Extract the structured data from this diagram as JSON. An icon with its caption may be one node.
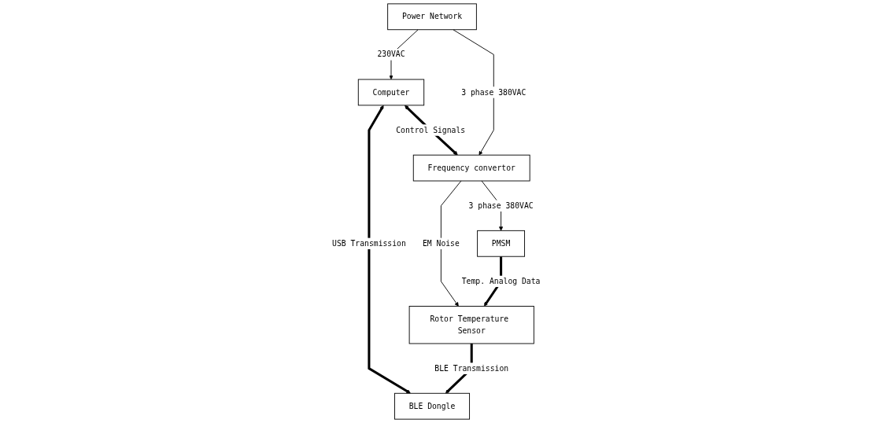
{
  "diagram": {
    "nodes": [
      {
        "text": [
          "Power Network"
        ]
      },
      {
        "text": [
          "Computer"
        ]
      },
      {
        "text": [
          "BLE Dongle"
        ]
      },
      {
        "text": [
          "Rotor Temperature Sensor"
        ]
      },
      {
        "text": [
          "Frequency convertor"
        ]
      },
      {
        "text": [
          "PMSM"
        ]
      }
    ],
    "edges": [
      {
        "from": 0,
        "to": 1,
        "arrow": "to",
        "label": "230VAC"
      },
      {
        "from": 1,
        "to": 2,
        "arrow": "both",
        "label": "USB Transmission",
        "style": "thick"
      },
      {
        "from": 3,
        "to": 2,
        "arrow": "to",
        "label": "BLE Transmission",
        "style": "thick"
      },
      {
        "from": 1,
        "to": 4,
        "arrow": "both",
        "label": "Control Signals",
        "style": "thick"
      },
      {
        "from": 4,
        "to": 3,
        "arrow": "to",
        "label": "EM Noise"
      },
      {
        "from": 5,
        "to": 3,
        "arrow": "to",
        "label": "Temp. Analog Data",
        "style": "thick"
      },
      {
        "from": 4,
        "to": 5,
        "arrow": "to",
        "label": "3 phase 380VAC"
      },
      {
        "from": 0,
        "to": 4,
        "arrow": "to",
        "label": "3 phase 380VAC"
      }
    ]
  }
}
